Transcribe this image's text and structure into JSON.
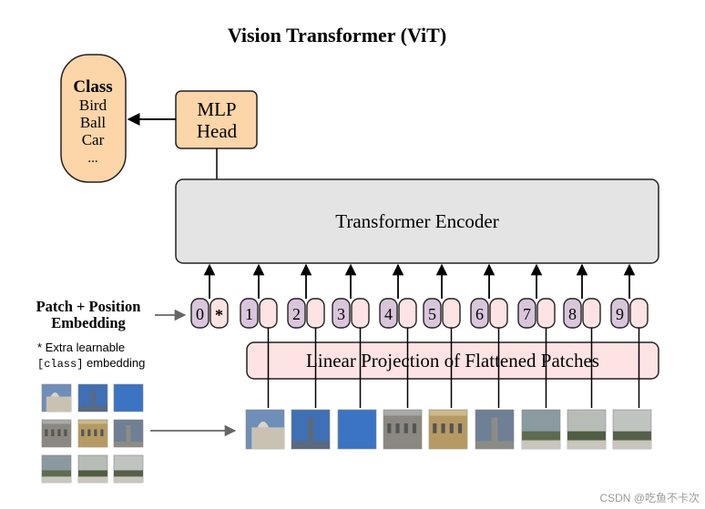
{
  "title": "Vision Transformer (ViT)",
  "class_box": {
    "heading": "Class",
    "items": [
      "Bird",
      "Ball",
      "Car",
      "..."
    ]
  },
  "mlp_head": {
    "line1": "MLP",
    "line2": "Head"
  },
  "encoder": {
    "label": "Transformer Encoder"
  },
  "projection": {
    "label": "Linear Projection of Flattened Patches"
  },
  "embedding_label": {
    "line1": "Patch + Position",
    "line2": "Embedding"
  },
  "note": {
    "prefix": "* Extra learnable",
    "code": "[class]",
    "suffix": " embedding"
  },
  "tokens": [
    "0",
    "1",
    "2",
    "3",
    "4",
    "5",
    "6",
    "7",
    "8",
    "9"
  ],
  "class_token_mark": "*",
  "watermark": "CSDN @吃鱼不卡次",
  "patches": [
    {
      "sky": "#6f8fb8",
      "ground": "#c9c2b2",
      "kind": "building"
    },
    {
      "sky": "#3f6fb5",
      "ground": "#5a6a80",
      "kind": "tower"
    },
    {
      "sky": "#3c74c4",
      "ground": "#3c74c4",
      "kind": "sky"
    },
    {
      "sky": "#a9a9a6",
      "ground": "#8a8880",
      "kind": "facade"
    },
    {
      "sky": "#cdb98a",
      "ground": "#b59b63",
      "kind": "facade"
    },
    {
      "sky": "#6f7f95",
      "ground": "#8c8c86",
      "kind": "tower"
    },
    {
      "sky": "#8a9aa0",
      "ground": "#5d6c4f",
      "kind": "trees"
    },
    {
      "sky": "#b8bcb6",
      "ground": "#4f5d43",
      "kind": "trees"
    },
    {
      "sky": "#c0c4c0",
      "ground": "#55604a",
      "kind": "trees"
    }
  ],
  "colors": {
    "class_fill": "#fcd5a8",
    "mlp_fill": "#fcd5a8",
    "encoder_fill": "#e4e4e4",
    "projection_fill": "#fde3e3",
    "token_num_fill": "#d9c6db",
    "token_emb_fill": "#fde3e3",
    "arrow_gray": "#666666"
  }
}
